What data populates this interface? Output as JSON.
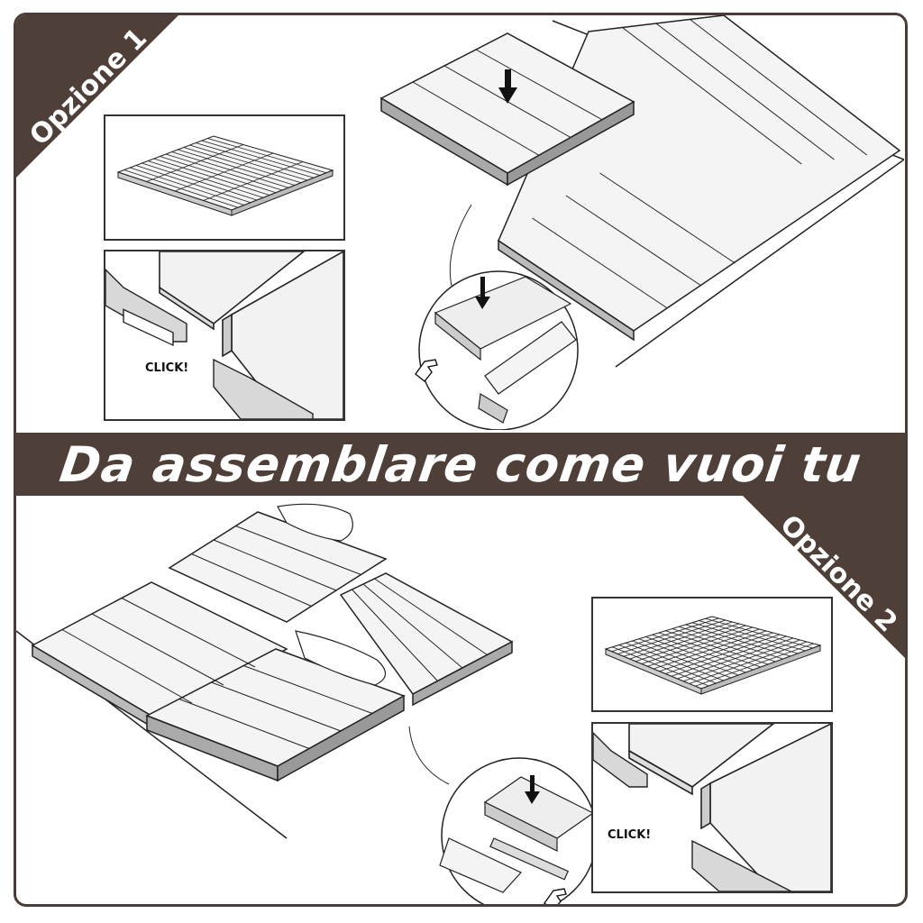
{
  "banner": {
    "text": "Da assemblare come vuoi tu"
  },
  "option1": {
    "label": "Opzione 1",
    "click": "CLICK!"
  },
  "option2": {
    "label": "Opzione 2",
    "click": "CLICK!"
  },
  "colors": {
    "brown": "#4f3f39",
    "line": "#222222",
    "panel_fill": "#f1f1f1"
  },
  "icons": [
    "down-arrow-icon",
    "hand-pointer-icon",
    "hand-press-icon"
  ]
}
